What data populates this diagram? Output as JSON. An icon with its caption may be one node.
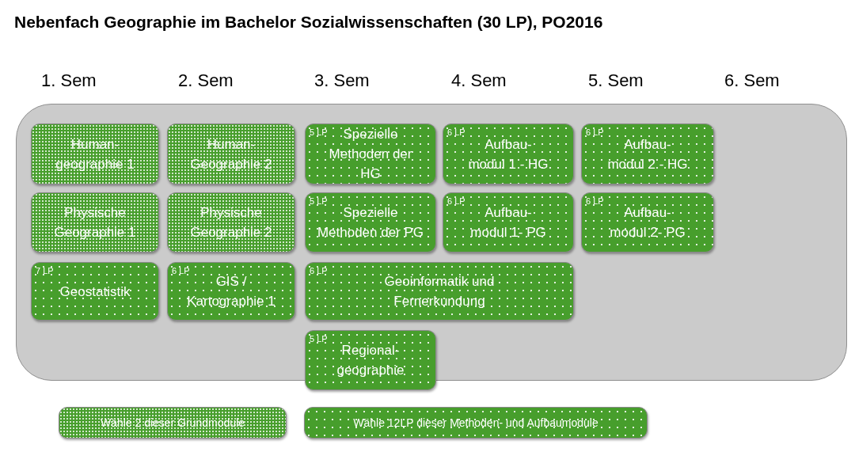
{
  "diagram": {
    "title": "Nebenfach Geographie im Bachelor Sozialwissenschaften (30 LP), PO2016",
    "nodes": [
      {
        "text": [],
        "shape": "box"
      },
      {
        "text": [
          "Human- geographie 1"
        ],
        "in": 0
      },
      {
        "text": [
          "Human- Geographie 2"
        ],
        "in": 0
      },
      {
        "text": [
          "5 LP",
          "Spezielle Methoden der HG"
        ],
        "in": 0
      },
      {
        "text": [
          "6 LP",
          "Aufbau- modul 1 - HG"
        ],
        "in": 0
      },
      {
        "text": [
          "6 LP",
          "Aufbau- modul 2 - HG"
        ],
        "in": 0
      },
      {
        "text": [
          "Physische Geographie 1"
        ],
        "in": 0
      },
      {
        "text": [
          "Physische Geographie 2"
        ],
        "in": 0
      },
      {
        "text": [
          "5 LP",
          "Spezielle Methoden der PG"
        ],
        "in": 0
      },
      {
        "text": [
          "6 LP",
          "Aufbau- modul 1- PG"
        ],
        "in": 0
      },
      {
        "text": [
          "6 LP",
          "Aufbau- modul 2- PG"
        ],
        "in": 0
      },
      {
        "text": [
          "7 LP",
          "Geostatistik"
        ],
        "in": 0
      },
      {
        "text": [
          "6 LP",
          "GIS / Kartographie 1"
        ],
        "in": 0
      },
      {
        "text": [
          "6 LP",
          "Geoinformatik und Fernerkundung"
        ],
        "in": 0
      },
      {
        "text": [
          "5 LP",
          "Regional- geographie"
        ],
        "in": 0
      },
      {
        "text": [
          "Wähle 2 dieser Grundmodule"
        ]
      },
      {
        "text": [
          "Wähle 12LP dieser Methoden- und Aufbaumodule"
        ]
      }
    ],
    "labels": [
      "1. Sem",
      "2. Sem",
      "3. Sem",
      "4. Sem",
      "5. Sem",
      "6. Sem"
    ]
  }
}
